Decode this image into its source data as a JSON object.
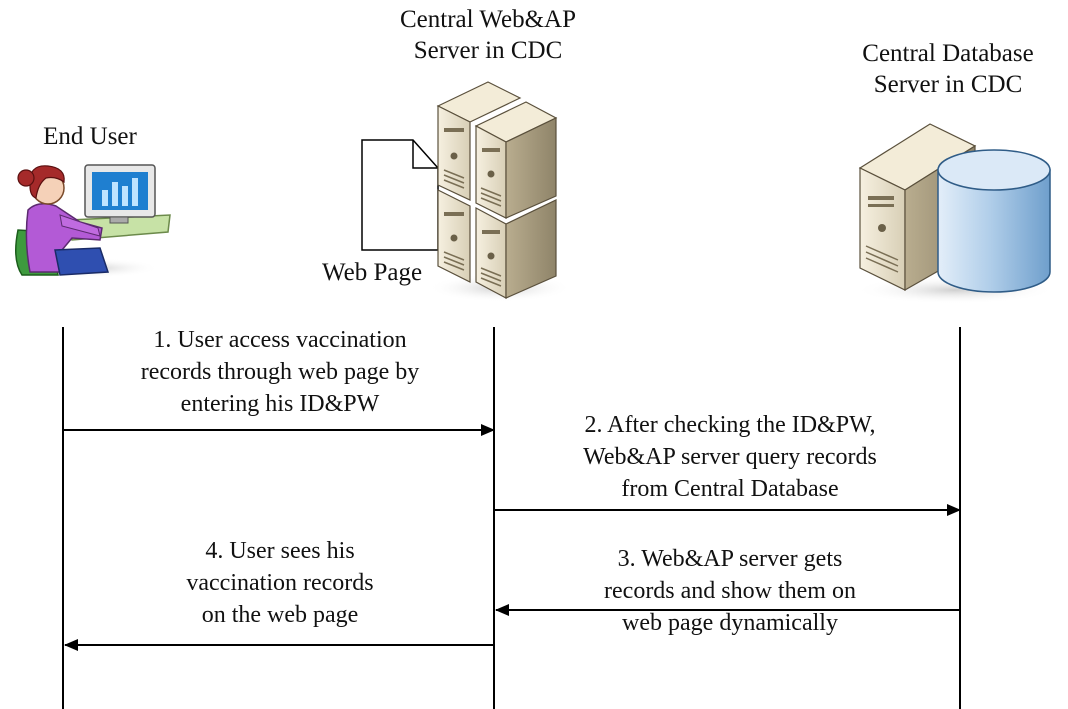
{
  "actors": {
    "end_user": {
      "label": "End User"
    },
    "web_ap_server": {
      "label_lines": [
        "Central Web&AP",
        "Server in CDC"
      ]
    },
    "database_server": {
      "label_lines": [
        "Central Database",
        "Server in CDC"
      ]
    },
    "web_page": {
      "label": "Web Page"
    }
  },
  "messages": {
    "step1": {
      "lines": [
        "1. User access vaccination",
        "records through web page by",
        "entering his ID&PW"
      ]
    },
    "step2": {
      "lines": [
        "2. After checking the ID&PW,",
        "Web&AP server query records",
        "from Central Database"
      ]
    },
    "step3": {
      "lines": [
        "3. Web&AP server gets",
        "records and show them on",
        "web page dynamically"
      ]
    },
    "step4": {
      "lines": [
        "4. User sees his",
        "vaccination records",
        "on the web page"
      ]
    }
  },
  "colors": {
    "line": "#000000",
    "server_beige": "#ece4cf",
    "db_blue": "#a9c8e6",
    "user_shirt": "#b35ad6",
    "user_hair": "#a52a2a"
  }
}
